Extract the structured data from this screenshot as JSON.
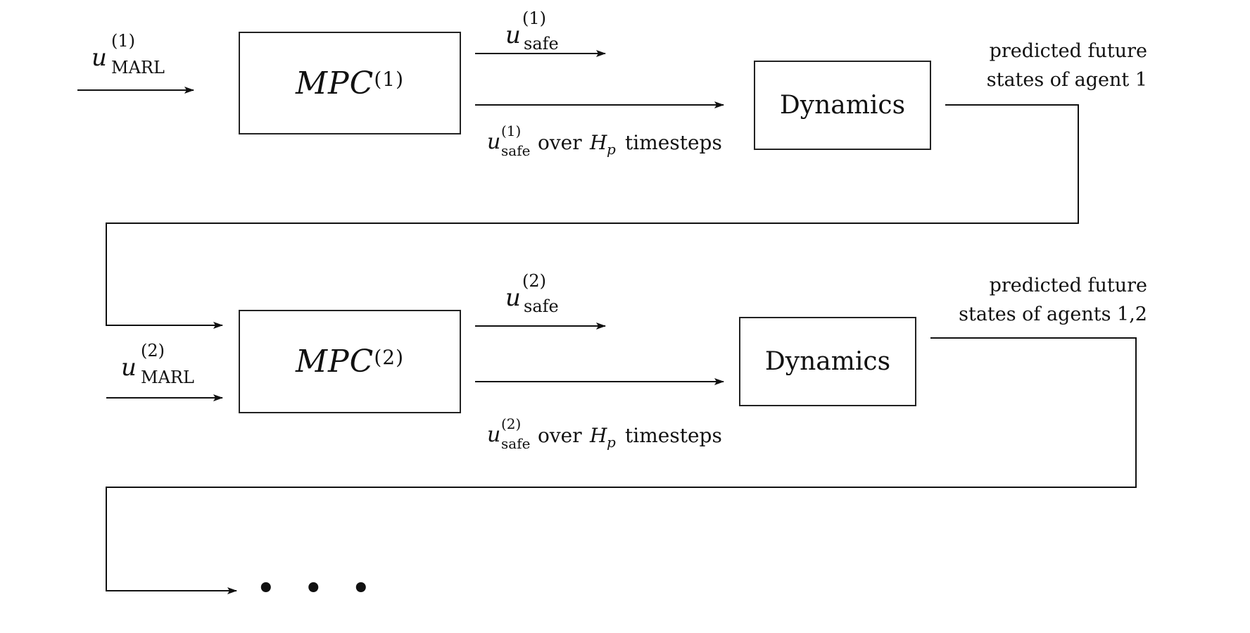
{
  "row1": {
    "input_label": {
      "var": "u",
      "sup": "(1)",
      "sub": "MARL"
    },
    "mpc": {
      "name": "MPC",
      "sup": "(1)"
    },
    "safe_label": {
      "var": "u",
      "sup": "(1)",
      "sub": "safe"
    },
    "horizon_label": {
      "var": "u",
      "sup": "(1)",
      "sub": "safe",
      "text": "over",
      "h": "H",
      "h_sub": "p",
      "tail": "timesteps"
    },
    "dynamics": "Dynamics",
    "states_line1": "predicted future",
    "states_line2": "states of agent 1"
  },
  "row2": {
    "input_label": {
      "var": "u",
      "sup": "(2)",
      "sub": "MARL"
    },
    "mpc": {
      "name": "MPC",
      "sup": "(2)"
    },
    "safe_label": {
      "var": "u",
      "sup": "(2)",
      "sub": "safe"
    },
    "horizon_label": {
      "var": "u",
      "sup": "(2)",
      "sub": "safe",
      "text": "over",
      "h": "H",
      "h_sub": "p",
      "tail": "timesteps"
    },
    "dynamics": "Dynamics",
    "states_line1": "predicted future",
    "states_line2": "states of agents 1,2"
  },
  "continuation": "• • •"
}
